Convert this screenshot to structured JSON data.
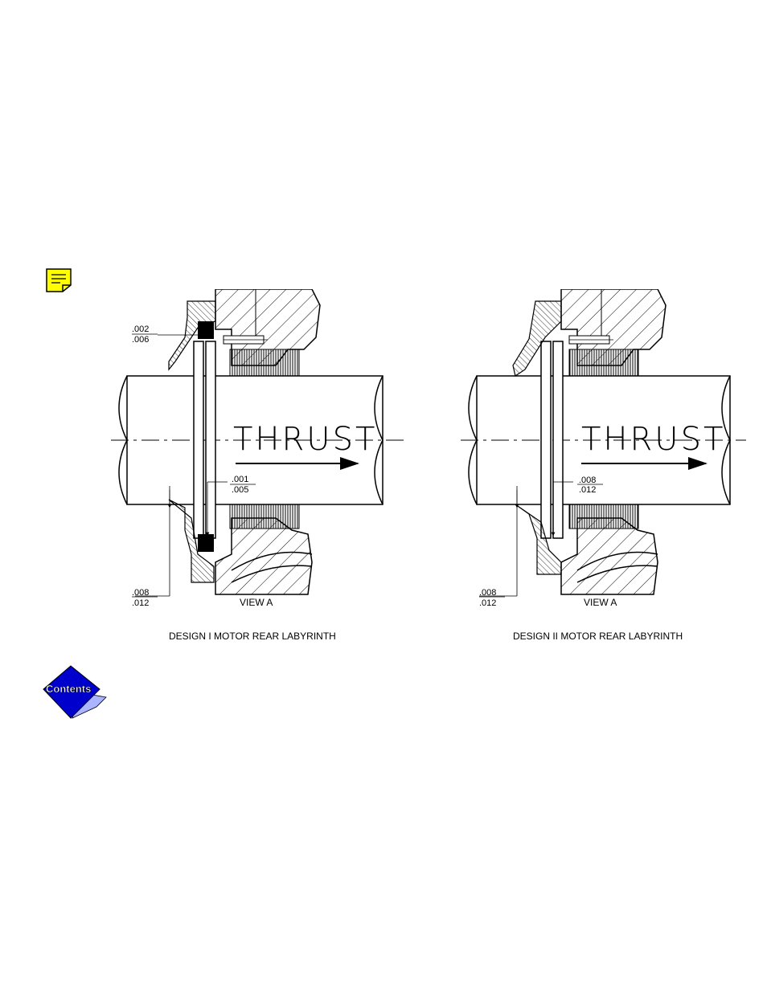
{
  "note": {
    "icon": "sticky-note-icon",
    "color": "#ffff00"
  },
  "design1": {
    "thrust": "THRUST",
    "dim_top_num": ".002",
    "dim_top_den": ".006",
    "dim_mid_num": ".001",
    "dim_mid_den": ".005",
    "dim_bot_num": ".008",
    "dim_bot_den": ".012",
    "view": "VIEW A",
    "caption": "DESIGN I MOTOR REAR LABYRINTH"
  },
  "design2": {
    "thrust": "THRUST",
    "dim_mid_num": ".008",
    "dim_mid_den": ".012",
    "dim_bot_num": ".008",
    "dim_bot_den": ".012",
    "view": "VIEW A",
    "caption": "DESIGN II MOTOR REAR LABYRINTH"
  },
  "contents_button": {
    "label": "Contents",
    "icon": "diamond-icon",
    "color": "#0000cc"
  }
}
